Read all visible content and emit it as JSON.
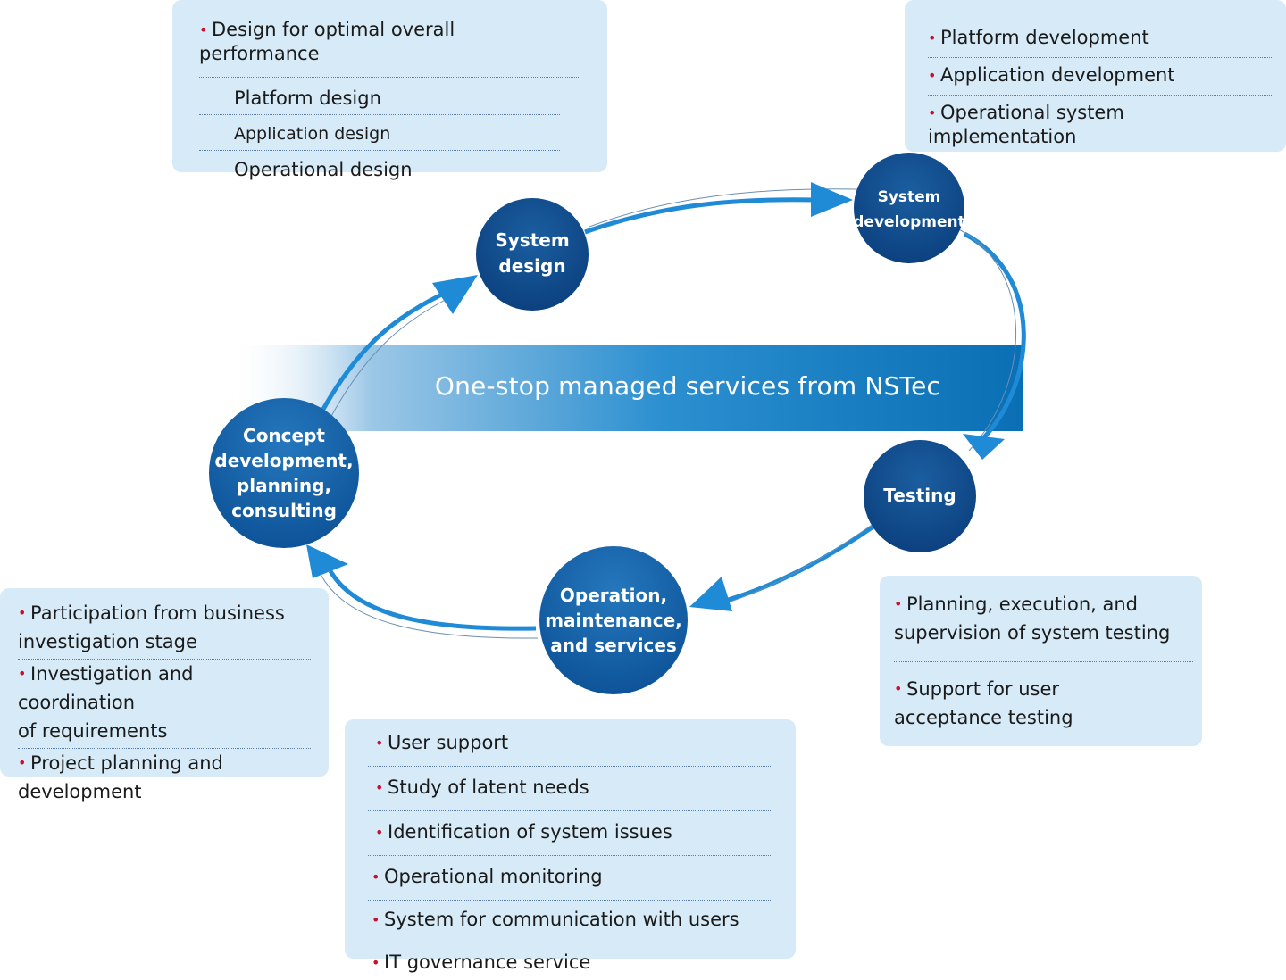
{
  "banner": {
    "text": "One-stop managed services from NSTec"
  },
  "colors": {
    "node": "#0b4f8f",
    "node_light": "#1a6aae",
    "arrow": "#1f8ad6",
    "box": "#d6ebf7",
    "bullet": "#c8102e",
    "banner": "#0a7cc2"
  },
  "nodes": {
    "concept": "Concept\ndevelopment,\nplanning,\nconsulting",
    "design": "System\ndesign",
    "development": "System\ndevelopment",
    "testing": "Testing",
    "operation": "Operation,\nmaintenance,\nand services"
  },
  "boxes": {
    "design": {
      "items": [
        "Design for optimal overall performance",
        "Platform design",
        "Application design",
        "Operational design"
      ]
    },
    "development": {
      "items": [
        "Platform development",
        "Application development",
        "Operational system implementation"
      ]
    },
    "concept": {
      "items": [
        "Participation from business\n investigation stage",
        "Investigation and coordination\n of requirements",
        "Project planning and\n development"
      ]
    },
    "operation": {
      "items": [
        "User support",
        "Study of latent needs",
        "Identification of system issues",
        "Operational monitoring",
        "System for communication with users",
        "IT governance service"
      ]
    },
    "testing": {
      "items": [
        "Planning, execution, and\n supervision of system testing",
        "Support for user\n acceptance testing"
      ]
    }
  },
  "icons": {
    "bullet": "red-dot-bullet",
    "arrow": "curved-arrow"
  }
}
